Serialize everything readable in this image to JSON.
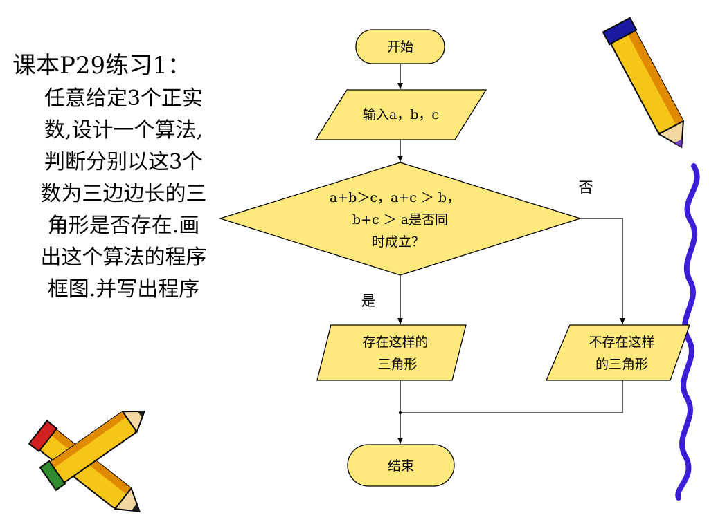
{
  "exercise": {
    "title": "课本P29练习1：",
    "lines": [
      "任意给定3个正实",
      "数,设计一个算法,",
      "判断分别以这3个",
      "数为三边边长的三",
      "角形是否存在.画",
      "出这个算法的程序",
      "框图.并写出程序"
    ]
  },
  "flowchart": {
    "start": "开始",
    "input": "输入a，b，c",
    "decision": [
      "a+b＞c，a+c ＞ b，",
      "b+c ＞ a是否同",
      "时成立？"
    ],
    "yes_label": "是",
    "no_label": "否",
    "output_yes": [
      "存在这样的",
      "三角形"
    ],
    "output_no": [
      "不存在这样",
      "的三角形"
    ],
    "end": "结束"
  },
  "colors": {
    "node_fill": "#FFE87C",
    "stroke": "#000000",
    "pencil_yellow": "#F5C518",
    "pencil_orange": "#E08A00",
    "pencil_blue": "#1A1AA0",
    "squiggle": "#3A1FD6"
  },
  "icons": [
    "pencil-icon",
    "pencil-icon",
    "pencil-icon",
    "squiggle-line"
  ]
}
